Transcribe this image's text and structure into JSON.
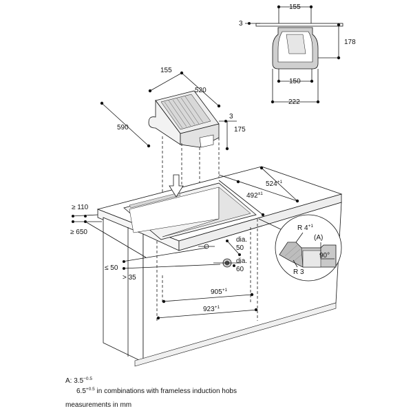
{
  "labels": {
    "side_width": "155",
    "side_height": "178",
    "side_inner": "150",
    "side_outer": "222",
    "side_top": "3",
    "module_depth": "155",
    "module_length": "520",
    "module_width": "590",
    "module_top": "3",
    "module_height": "175",
    "cutout_depth": "524",
    "cutout_depth_tol": "+1",
    "cutout_inner": "492",
    "cutout_inner_tol": "±1",
    "front_gap": "≥ 110",
    "back_gap": "≥ 650",
    "detail_r4": "R 4",
    "detail_r4_tol": "+1",
    "detail_a": "(A)",
    "detail_angle": "90°",
    "detail_r3": "R 3",
    "dia_label": "dia.",
    "dia_50": "50",
    "dia_60": "60",
    "gap_50": "≤ 50",
    "gap_35": "> 35",
    "width_905": "905",
    "width_905_tol": "+1",
    "width_923": "923",
    "width_923_tol": "+1"
  },
  "footer": {
    "a_label": "A:",
    "a_value": "3.5",
    "a_value_tol": "−0.5",
    "a_alt_value": "6.5",
    "a_alt_tol": "+0.5",
    "a_alt_text": " in combinations with frameless induction hobs",
    "units_note": "measurements in mm"
  }
}
